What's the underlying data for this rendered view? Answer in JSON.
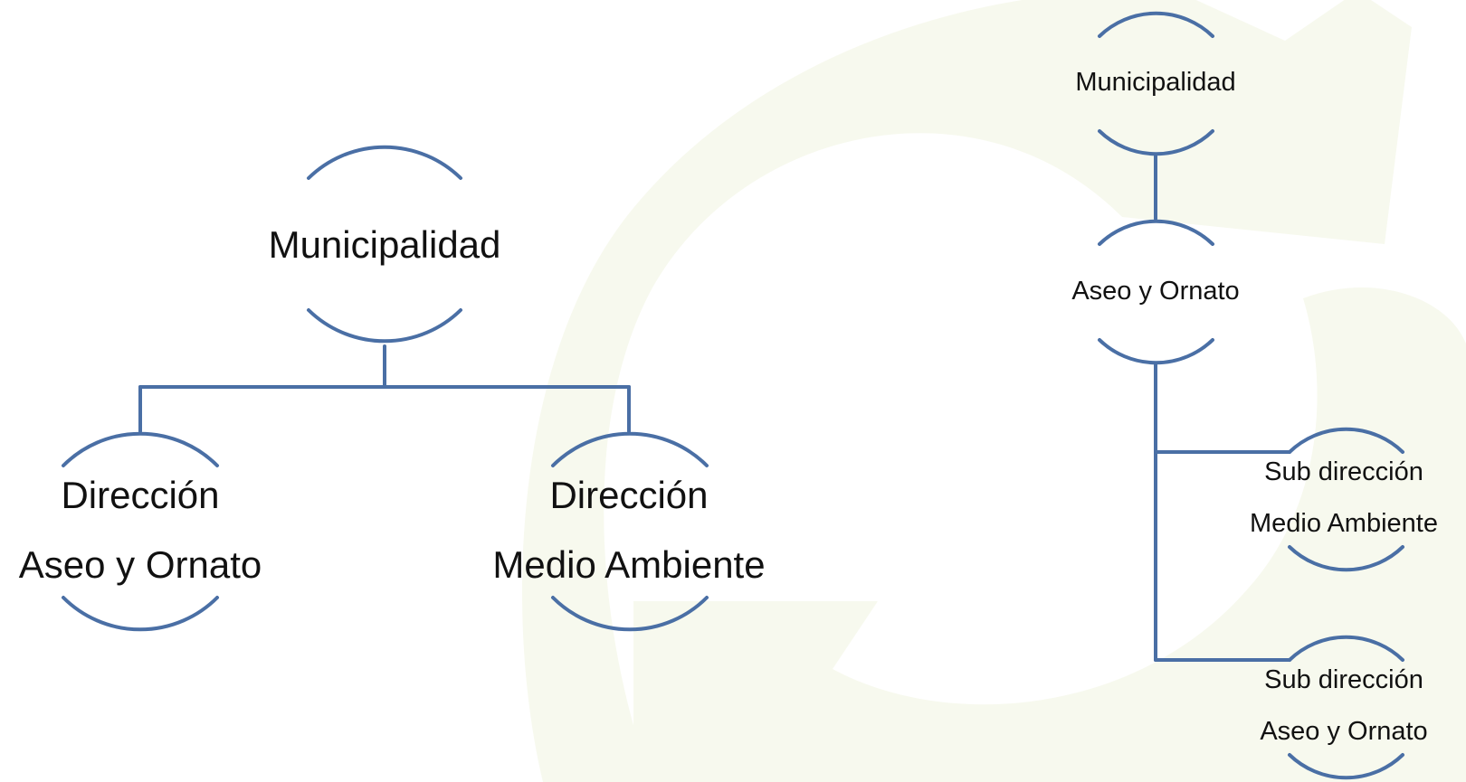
{
  "colors": {
    "background": "#ffffff",
    "watermark": "#f7f9ee",
    "connector": "#4a6fa5",
    "text": "#111111"
  },
  "left_chart": {
    "root": {
      "line1": "Municipalidad"
    },
    "children": [
      {
        "line1": "Dirección",
        "line2": "Aseo y Ornato"
      },
      {
        "line1": "Dirección",
        "line2": "Medio Ambiente"
      }
    ]
  },
  "right_chart": {
    "root": {
      "line1": "Municipalidad"
    },
    "level2": {
      "line1": "Aseo y Ornato"
    },
    "subs": [
      {
        "line1": "Sub dirección",
        "line2": "Medio Ambiente"
      },
      {
        "line1": "Sub dirección",
        "line2": "Aseo y Ornato"
      }
    ]
  }
}
